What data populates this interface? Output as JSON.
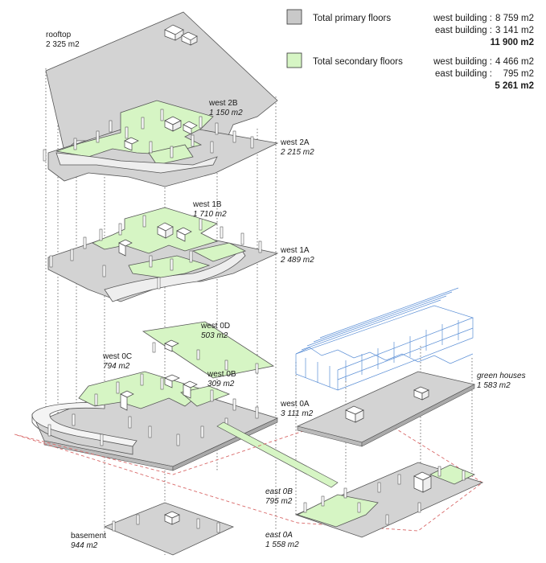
{
  "legend": {
    "primary": {
      "label": "Total primary floors",
      "swatch_color": "#c9c9c9",
      "west_label": "west building :",
      "west_value": "8 759 m2",
      "east_label": "east   building :",
      "east_value": "3 141 m2",
      "total": "11 900 m2"
    },
    "secondary": {
      "label": "Total secondary floors",
      "swatch_color": "#d6f5c4",
      "west_label": "west building :",
      "west_value": "4 466 m2",
      "east_label": "east   building :",
      "east_value": "795 m2",
      "total": "5 261 m2"
    }
  },
  "levels": {
    "rooftop": {
      "name": "rooftop",
      "area": "2 325 m2"
    },
    "west_2b": {
      "name": "west 2B",
      "area": "1 150 m2"
    },
    "west_2a": {
      "name": "west 2A",
      "area": "2 215 m2"
    },
    "west_1b": {
      "name": "west 1B",
      "area": "1 710 m2"
    },
    "west_1a": {
      "name": "west 1A",
      "area": "2 489 m2"
    },
    "west_0d": {
      "name": "west 0D",
      "area": "503 m2"
    },
    "west_0c": {
      "name": "west 0C",
      "area": "794 m2"
    },
    "west_0b": {
      "name": "west 0B",
      "area": "309 m2"
    },
    "west_0a": {
      "name": "west 0A",
      "area": "3 111 m2"
    },
    "green_houses": {
      "name": "green houses",
      "area": "1 583 m2"
    },
    "east_0b": {
      "name": "east 0B",
      "area": "795 m2"
    },
    "east_0a": {
      "name": "east 0A",
      "area": "1 558 m2"
    },
    "basement": {
      "name": "basement",
      "area": "944 m2"
    }
  },
  "colors": {
    "primary_floor": "#d3d3d3",
    "secondary_floor": "#d6f5c4",
    "outline": "#555555",
    "guide_line": "#444444",
    "site_boundary": "#d96a6a",
    "greenhouse_frame": "#5b8fd6"
  }
}
